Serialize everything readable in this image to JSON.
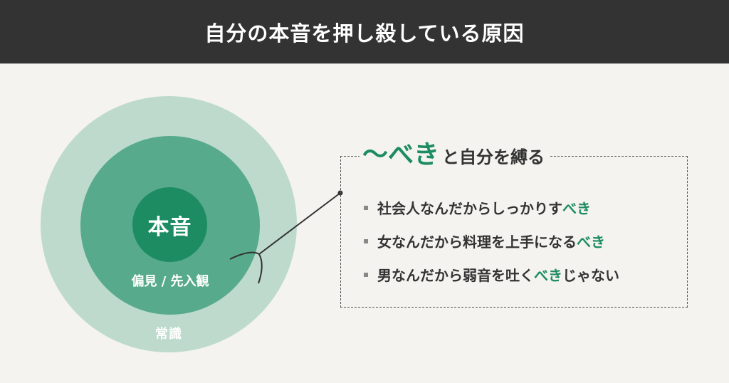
{
  "header": {
    "title": "自分の本音を押し殺している原因"
  },
  "diagram": {
    "core_label": "本音",
    "middle_label": "偏見 / 先入観",
    "outer_label": "常識",
    "colors": {
      "outer": "#bddacd",
      "middle": "#57aa8b",
      "core": "#1d8c63",
      "background": "#f4f3ef",
      "header": "#333333"
    }
  },
  "callout": {
    "title_accent": "〜べき",
    "title_rest": "と自分を縛る",
    "items": [
      {
        "prefix": "社会人なんだからしっかりす",
        "highlight": "べき",
        "suffix": ""
      },
      {
        "prefix": "女なんだから料理を上手になる",
        "highlight": "べき",
        "suffix": ""
      },
      {
        "prefix": "男なんだから弱音を吐く",
        "highlight": "べき",
        "suffix": "じゃない"
      }
    ],
    "accent_color": "#1d8c63"
  }
}
